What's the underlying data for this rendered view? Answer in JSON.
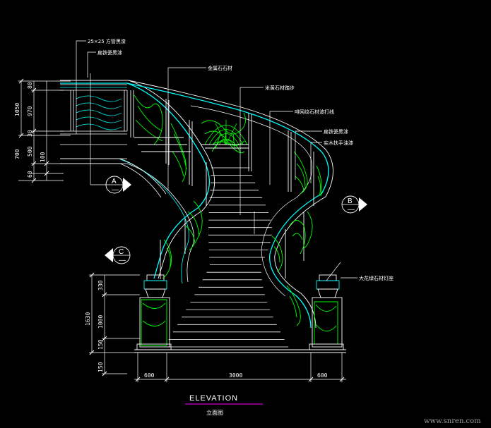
{
  "colors": {
    "background": "#000000",
    "line_white": "#ffffff",
    "line_cyan": "#00ffff",
    "line_green": "#00ff00",
    "accent_magenta": "#ff00ff",
    "watermark": "#9a9a9a"
  },
  "callouts": {
    "c1": "25×25 方管黑漆",
    "c2": "扁铁瓷黑漆",
    "c3": "金属石石材",
    "c4": "米黄石材踏步",
    "c5": "啡网纹石材波打线",
    "c6": "扁铁瓷黑漆",
    "c7": "实木扶手油漆",
    "c8": "大花绿石材灯座"
  },
  "dimensions": {
    "left_upper": [
      "1050",
      "80",
      "970",
      "30",
      "700",
      "500",
      "100",
      "60"
    ],
    "left_lower": [
      "1630",
      "330",
      "1000",
      "150",
      "150"
    ],
    "bottom": [
      "600",
      "3000",
      "600"
    ]
  },
  "section_markers": {
    "a": "A",
    "b": "B",
    "c": "C",
    "dash": "—"
  },
  "title_block": {
    "title": "ELEVATION",
    "subtitle": "立面图"
  },
  "watermark": "www.snren.com"
}
